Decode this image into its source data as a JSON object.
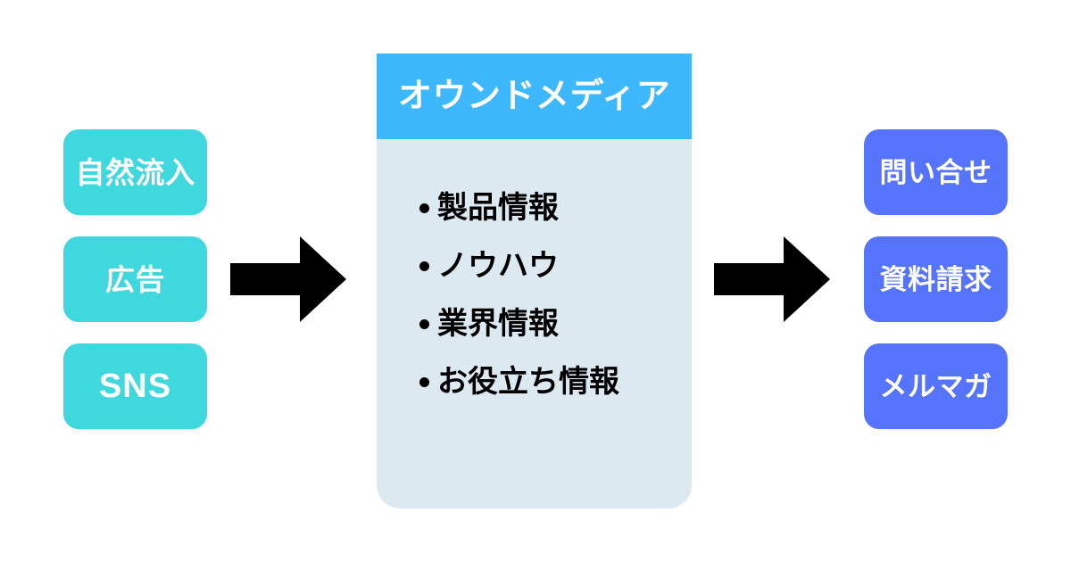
{
  "diagram": {
    "title_visible": false,
    "background": "#ffffff",
    "colors": {
      "source_box": "#3fd8df",
      "output_box": "#5673fb",
      "panel_header": "#3db8fc",
      "panel_body": "#dce9f0",
      "arrow": "#000000",
      "box_text": "#ffffff",
      "bullet_text": "#000000"
    }
  },
  "sources": {
    "items": [
      {
        "label": "自然流入"
      },
      {
        "label": "広告"
      },
      {
        "label": "SNS"
      }
    ]
  },
  "arrows": [
    {
      "name": "arrow-sources-to-panel",
      "direction": "right"
    },
    {
      "name": "arrow-panel-to-outputs",
      "direction": "right"
    }
  ],
  "panel": {
    "header": "オウンドメディア",
    "bullets": [
      {
        "label": "製品情報"
      },
      {
        "label": "ノウハウ"
      },
      {
        "label": "業界情報"
      },
      {
        "label": "お役立ち情報"
      }
    ]
  },
  "outputs": {
    "items": [
      {
        "label": "問い合せ"
      },
      {
        "label": "資料請求"
      },
      {
        "label": "メルマガ"
      }
    ]
  }
}
